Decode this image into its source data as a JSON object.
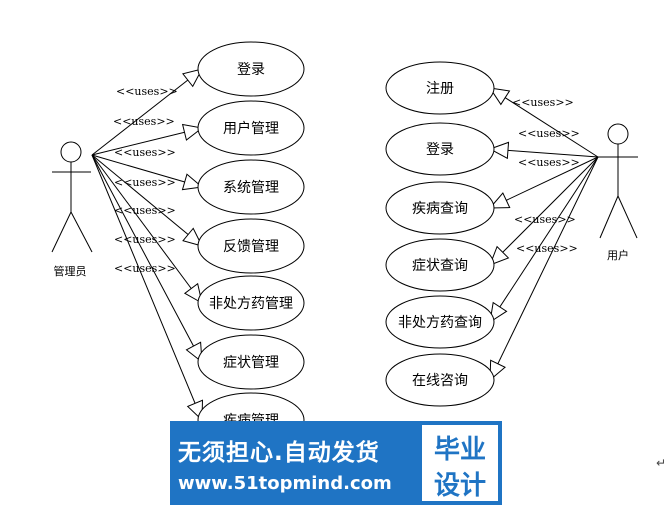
{
  "admin_actor": "管理员",
  "user_actor": "用户",
  "admin_use_cases": [
    "登录",
    "用户管理",
    "系统管理",
    "反馈管理",
    "非处方药管理",
    "症状管理",
    "疾病管理"
  ],
  "user_use_cases": [
    "注册",
    "登录",
    "疾病查询",
    "症状查询",
    "非处方药查询",
    "在线咨询"
  ],
  "relation_label": "<<uses>>",
  "banner": {
    "slogan": "无须担心.自动发货",
    "url": "www.51topmind.com",
    "tag_line1": "毕业",
    "tag_line2": "设计"
  },
  "paragraph_mark": "↵"
}
